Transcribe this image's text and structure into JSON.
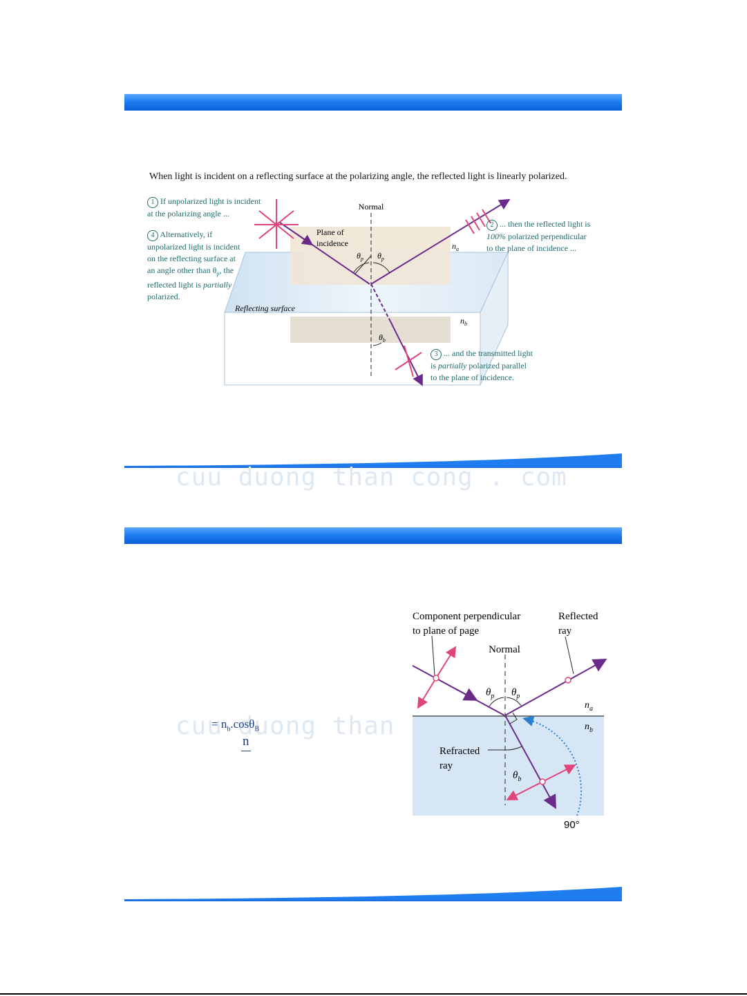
{
  "slide1": {
    "caption": "When light is incident on a reflecting surface at the polarizing angle, the reflected light is linearly polarized.",
    "normal": "Normal",
    "plane_line1": "Plane of",
    "plane_line2": "incidence",
    "theta_p": "θ",
    "sub_p": "p",
    "theta_b": "θ",
    "sub_b": "b",
    "n": "n",
    "sub_a": "a",
    "reflecting_surface": "Reflecting surface",
    "note1": {
      "num": "1",
      "l1": "If unpolarized light is incident",
      "l2": "at the polarizing angle ..."
    },
    "note2": {
      "num": "2",
      "l1": "... then the reflected light is",
      "l2_em": "100%",
      "l2_rest": " polarized perpendicular",
      "l3": "to the plane of incidence ..."
    },
    "note3": {
      "num": "3",
      "l1": "... and the transmitted light",
      "l2_pre": "is ",
      "l2_em": "partially",
      "l2_rest": " polarized parallel",
      "l3": "to the plane of incidence."
    },
    "note4": {
      "num": "4",
      "l1": "Alternatively, if",
      "l2": "unpolarized light is incident",
      "l3": "on the reflecting surface at",
      "l4_pre": "an angle other than θ",
      "l4_sub": "p",
      "l4_rest": ", the",
      "l5_pre": "reflected light is ",
      "l5_em": "partially",
      "l6": "polarized."
    },
    "watermark": "cuu duong than cong . com"
  },
  "slide2": {
    "component_l1": "Component perpendicular",
    "component_l2": "to plane of page",
    "reflected_l1": "Reflected",
    "reflected_l2": "ray",
    "normal": "Normal",
    "refracted_l1": "Refracted",
    "refracted_l2": "ray",
    "theta": "θ",
    "sub_p": "p",
    "sub_b": "b",
    "n": "n",
    "sub_a": "a",
    "sub_b2": "b",
    "angle_90": "90°",
    "formula_eq": "= n",
    "formula_sub_b": "b",
    "formula_cos": ".cosθ",
    "formula_sub_B": "B",
    "formula_n": "n",
    "watermark": "cuu duong than cong . com"
  },
  "colors": {
    "header_blue": "#1f7df0",
    "ray_purple": "#6a2a8a",
    "polarization_pink": "#e0457a",
    "note_teal": "#1e6b6b",
    "water_blue": "#d6e6f4",
    "plane_beige": "#efe5d6"
  }
}
